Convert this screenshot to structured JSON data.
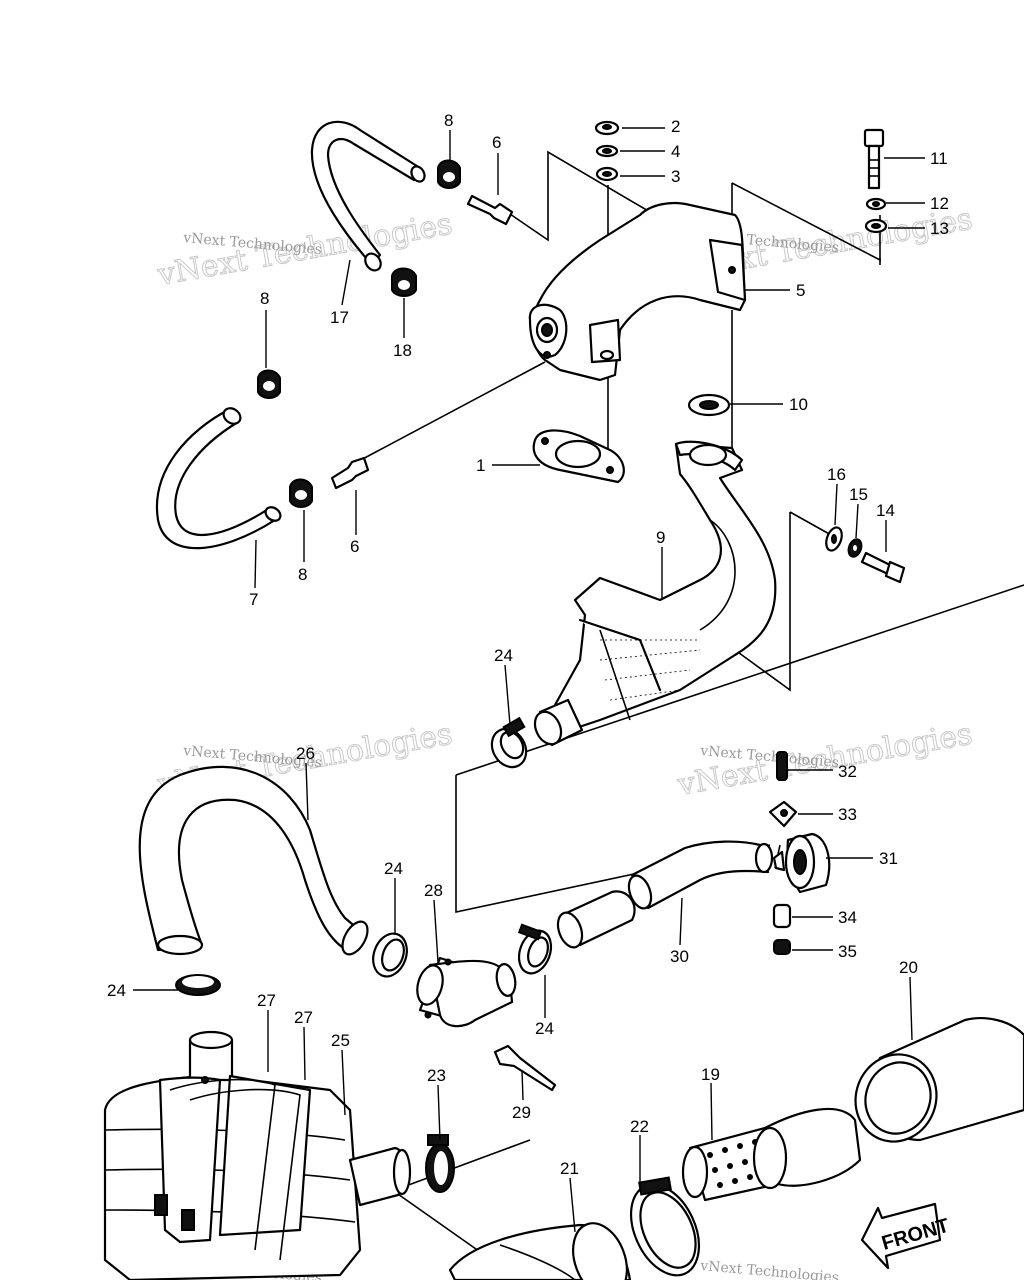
{
  "watermark": {
    "big": "vNext Technologies",
    "small": "vNext Technologies"
  },
  "direction_label": "FRONT",
  "callouts": [
    {
      "id": "c-2",
      "text": "2"
    },
    {
      "id": "c-4",
      "text": "4"
    },
    {
      "id": "c-3",
      "text": "3"
    },
    {
      "id": "c-8a",
      "text": "8"
    },
    {
      "id": "c-6a",
      "text": "6"
    },
    {
      "id": "c-11",
      "text": "11"
    },
    {
      "id": "c-12",
      "text": "12"
    },
    {
      "id": "c-13",
      "text": "13"
    },
    {
      "id": "c-5",
      "text": "5"
    },
    {
      "id": "c-8b",
      "text": "8"
    },
    {
      "id": "c-17",
      "text": "17"
    },
    {
      "id": "c-18",
      "text": "18"
    },
    {
      "id": "c-10",
      "text": "10"
    },
    {
      "id": "c-1",
      "text": "1"
    },
    {
      "id": "c-16",
      "text": "16"
    },
    {
      "id": "c-15",
      "text": "15"
    },
    {
      "id": "c-14",
      "text": "14"
    },
    {
      "id": "c-6b",
      "text": "6"
    },
    {
      "id": "c-8c",
      "text": "8"
    },
    {
      "id": "c-7",
      "text": "7"
    },
    {
      "id": "c-9",
      "text": "9"
    },
    {
      "id": "c-24a",
      "text": "24"
    },
    {
      "id": "c-26",
      "text": "26"
    },
    {
      "id": "c-32",
      "text": "32"
    },
    {
      "id": "c-33",
      "text": "33"
    },
    {
      "id": "c-31",
      "text": "31"
    },
    {
      "id": "c-34",
      "text": "34"
    },
    {
      "id": "c-35",
      "text": "35"
    },
    {
      "id": "c-24b",
      "text": "24"
    },
    {
      "id": "c-28",
      "text": "28"
    },
    {
      "id": "c-30",
      "text": "30"
    },
    {
      "id": "c-24c",
      "text": "24"
    },
    {
      "id": "c-24d",
      "text": "24"
    },
    {
      "id": "c-20",
      "text": "20"
    },
    {
      "id": "c-27a",
      "text": "27"
    },
    {
      "id": "c-27b",
      "text": "27"
    },
    {
      "id": "c-25",
      "text": "25"
    },
    {
      "id": "c-23",
      "text": "23"
    },
    {
      "id": "c-29",
      "text": "29"
    },
    {
      "id": "c-19",
      "text": "19"
    },
    {
      "id": "c-22",
      "text": "22"
    },
    {
      "id": "c-21",
      "text": "21"
    }
  ]
}
